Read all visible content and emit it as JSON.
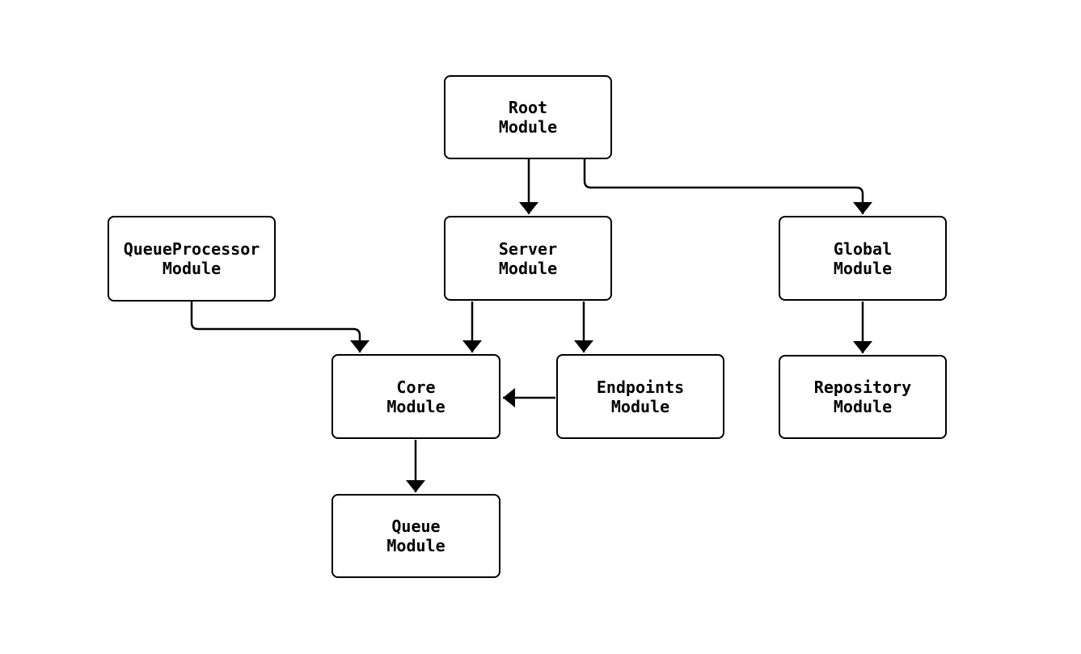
{
  "diagram": {
    "type": "flowchart",
    "background_color": "#ffffff",
    "node_fill_color": "#ffffff",
    "stroke_color": "#000000",
    "text_color": "#000000",
    "nodes": [
      {
        "id": "root",
        "label": "Root\nModule"
      },
      {
        "id": "queueprocessor",
        "label": "QueueProcessor\nModule"
      },
      {
        "id": "server",
        "label": "Server\nModule"
      },
      {
        "id": "global",
        "label": "Global\nModule"
      },
      {
        "id": "core",
        "label": "Core\nModule"
      },
      {
        "id": "endpoints",
        "label": "Endpoints\nModule"
      },
      {
        "id": "repository",
        "label": "Repository\nModule"
      },
      {
        "id": "queue",
        "label": "Queue\nModule"
      }
    ],
    "edges": [
      {
        "from": "root",
        "to": "server"
      },
      {
        "from": "root",
        "to": "global"
      },
      {
        "from": "queueprocessor",
        "to": "core"
      },
      {
        "from": "server",
        "to": "core"
      },
      {
        "from": "server",
        "to": "endpoints"
      },
      {
        "from": "endpoints",
        "to": "core"
      },
      {
        "from": "global",
        "to": "repository"
      },
      {
        "from": "core",
        "to": "queue"
      }
    ]
  }
}
